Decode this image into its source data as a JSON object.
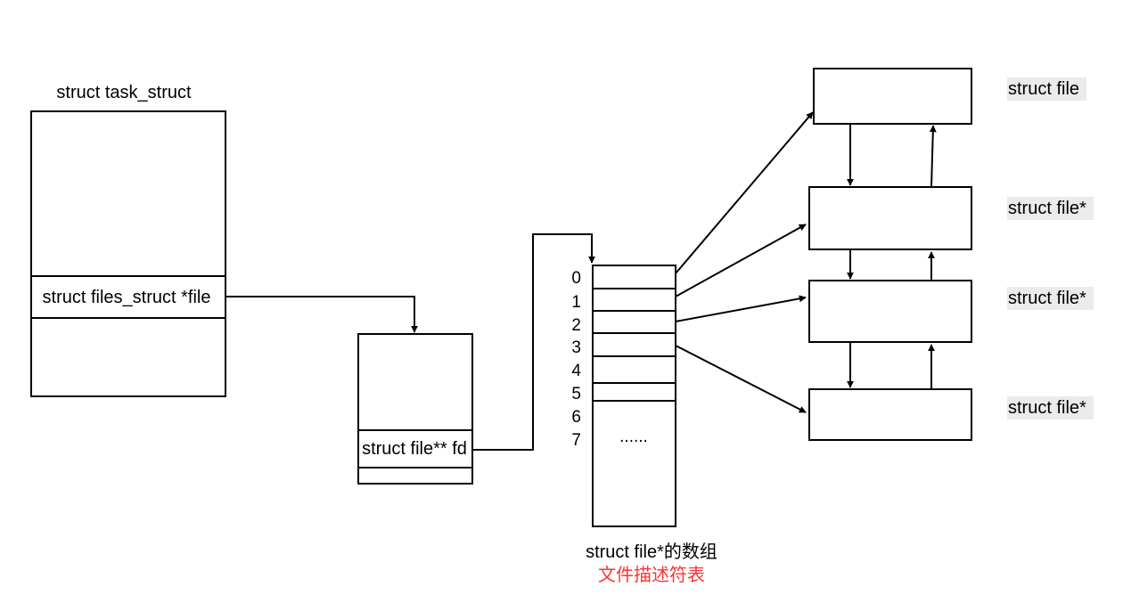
{
  "task_struct": {
    "title": "struct task_struct",
    "field": "struct files_struct *file"
  },
  "files_struct": {
    "field": "struct file** fd"
  },
  "fd_array": {
    "indices": [
      "0",
      "1",
      "2",
      "3",
      "4",
      "5",
      "6",
      "7"
    ],
    "ellipsis": "......",
    "caption": "struct file*的数组",
    "caption_cn": "文件描述符表"
  },
  "file_nodes": {
    "labels": [
      "struct file",
      "struct file*",
      "struct file*",
      "struct file*"
    ]
  },
  "colors": {
    "caption_cn": "#ff3333",
    "label_highlight": "#ebebeb"
  }
}
